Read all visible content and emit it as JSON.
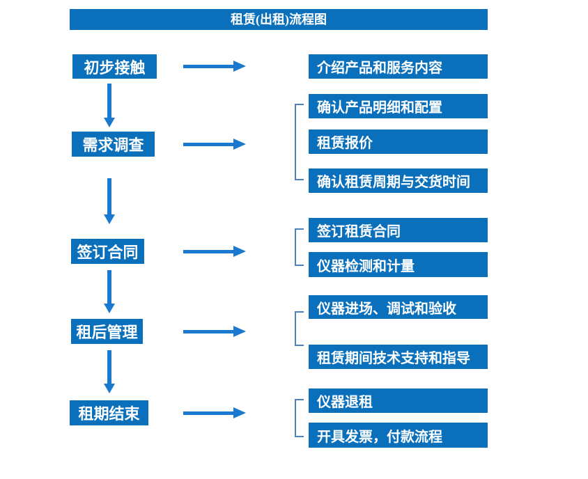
{
  "title": "租赁(出租)流程图",
  "colors": {
    "box": "#0b70bc",
    "arrow": "#1a78ce",
    "bracket": "#4e82be",
    "text": "#ffffff",
    "background": "#ffffff"
  },
  "steps": [
    {
      "label": "初步接触",
      "details": [
        "介绍产品和服务内容"
      ]
    },
    {
      "label": "需求调查",
      "details": [
        "确认产品明细和配置",
        "租赁报价",
        "确认租赁周期与交货时间"
      ]
    },
    {
      "label": "签订合同",
      "details": [
        "签订租赁合同",
        "仪器检测和计量"
      ]
    },
    {
      "label": "租后管理",
      "details": [
        "仪器进场、调试和验收",
        "租赁期间技术支持和指导"
      ]
    },
    {
      "label": "租期结束",
      "details": [
        "仪器退租",
        "开具发票，付款流程"
      ]
    }
  ]
}
